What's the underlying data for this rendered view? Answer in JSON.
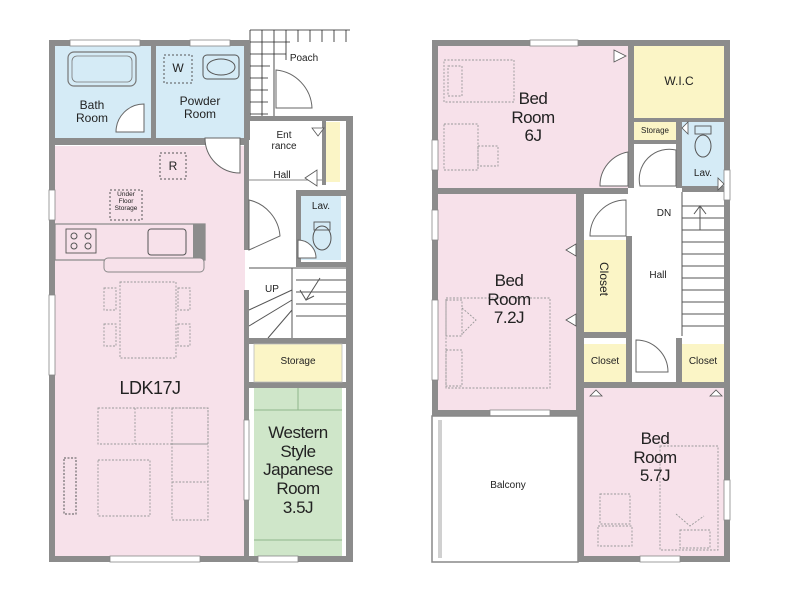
{
  "colors": {
    "wall": "#8c8c8c",
    "living_pink": "#f7e1ea",
    "wet_blue": "#d5ebf6",
    "storage_yellow": "#fbf5c6",
    "tatami_green": "#cfe6c9",
    "balcony_white": "#ffffff",
    "furniture_line": "#999999"
  },
  "floor1": {
    "bath_room": [
      "Bath",
      "Room"
    ],
    "powder_room": [
      "Powder",
      "Room"
    ],
    "washer": "W",
    "fridge": "R",
    "poach": "Poach",
    "entrance": [
      "Ent",
      "rance"
    ],
    "hall": "Hall",
    "under_floor_storage": [
      "Under",
      "Floor",
      "Storage"
    ],
    "lavatory": "Lav.",
    "stair_up": "UP",
    "ldk": "LDK17J",
    "storage": "Storage",
    "japanese_room": [
      "Western",
      "Style",
      "Japanese",
      "Room",
      "3.5J"
    ]
  },
  "floor2": {
    "bed_room_6j": [
      "Bed",
      "Room",
      "6J"
    ],
    "wic": "W.I.C",
    "storage": "Storage",
    "lavatory": "Lav.",
    "stair_down": "DN",
    "hall": "Hall",
    "bed_room_72j": [
      "Bed",
      "Room",
      "7.2J"
    ],
    "closet_vertical": "Closet",
    "closet_left": "Closet",
    "closet_right": "Closet",
    "balcony": "Balcony",
    "bed_room_57j": [
      "Bed",
      "Room",
      "5.7J"
    ]
  }
}
